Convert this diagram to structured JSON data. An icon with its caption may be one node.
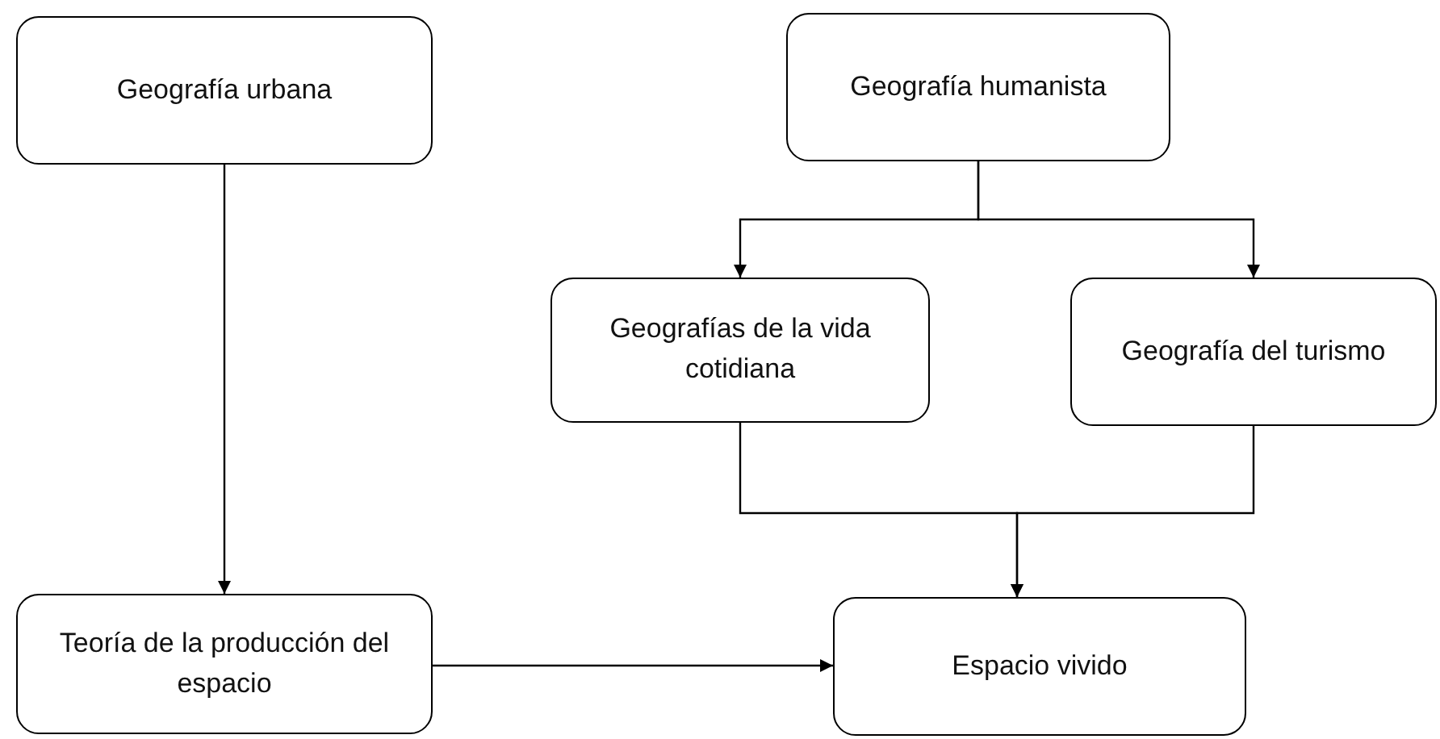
{
  "diagram": {
    "nodes": [
      {
        "text": [
          "Geografía urbana"
        ]
      },
      {
        "text": [
          "Geografía humanista"
        ]
      },
      {
        "text": [
          "Geografías de la vida cotidiana"
        ]
      },
      {
        "text": [
          "Geografía del turismo"
        ]
      },
      {
        "text": [
          "Teoría de la producción del espacio"
        ]
      },
      {
        "text": [
          "Espacio vivido"
        ]
      }
    ],
    "edges": [
      {
        "from": 0,
        "to": 4,
        "arrow": "to"
      },
      {
        "from": 1,
        "to": 2,
        "arrow": "to"
      },
      {
        "from": 1,
        "to": 3,
        "arrow": "to"
      },
      {
        "from": 2,
        "to": 5,
        "arrow": "to"
      },
      {
        "from": 3,
        "to": 5,
        "arrow": "to"
      },
      {
        "from": 4,
        "to": 5,
        "arrow": "to"
      }
    ]
  }
}
